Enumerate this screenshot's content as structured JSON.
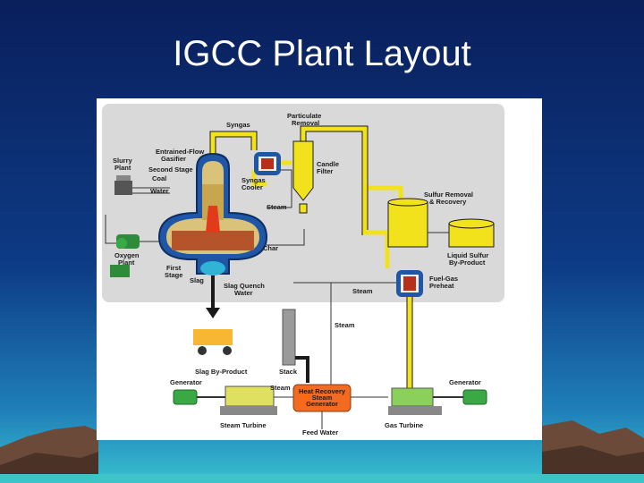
{
  "slide": {
    "title": "IGCC Plant Layout",
    "colors": {
      "bg_top": "#0a1f5c",
      "bg_bottom": "#2aa3c6",
      "pipe": "#f2e21b",
      "vessel": "#1f57a6",
      "hrsg": "#f26b21"
    }
  },
  "diagram": {
    "labels": {
      "syngas": "Syngas",
      "particulate_removal": [
        "Particulate",
        "Removal"
      ],
      "entrained_flow_gasifier": [
        "Entrained-Flow",
        "Gasifier"
      ],
      "second_stage": "Second Stage",
      "slurry_plant": [
        "Slurry",
        "Plant"
      ],
      "coal": "Coal",
      "water": "Water",
      "syngas_cooler": [
        "Syngas",
        "Cooler"
      ],
      "candle_filter": [
        "Candle",
        "Filter"
      ],
      "sulfur_removal": [
        "Sulfur Removal",
        "& Recovery"
      ],
      "steam_top": "Steam",
      "oxygen_plant": [
        "Oxygen",
        "Plant"
      ],
      "char": "Char",
      "liquid_sulfur": [
        "Liquid Sulfur",
        "By-Product"
      ],
      "first_stage": [
        "First",
        "Stage"
      ],
      "slag": "Slag",
      "slag_quench_water": [
        "Slag Quench",
        "Water"
      ],
      "fuel_gas_preheat": [
        "Fuel-Gas",
        "Preheat"
      ],
      "steam_mid": "Steam",
      "steam_lower": "Steam",
      "slag_byproduct": "Slag By-Product",
      "stack": "Stack",
      "generator_left": "Generator",
      "generator_right": "Generator",
      "steam_hrsg": "Steam",
      "hrsg": [
        "Heat Recovery",
        "Steam",
        "Generator"
      ],
      "steam_turbine": "Steam Turbine",
      "gas_turbine": "Gas Turbine",
      "feed_water": "Feed Water"
    }
  }
}
